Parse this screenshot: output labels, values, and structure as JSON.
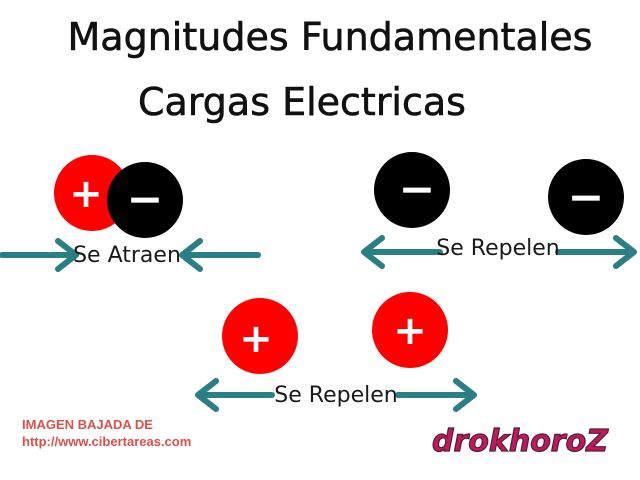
{
  "title": {
    "line1": "Magnitudes Fundamentales",
    "line2": "Cargas Electricas"
  },
  "attract_group": {
    "label": "Se Atraen",
    "positive_sign": "+",
    "negative_sign": "−"
  },
  "repel_negative_group": {
    "label": "Se Repelen",
    "left_sign": "−",
    "right_sign": "−"
  },
  "repel_positive_group": {
    "label": "Se Repelen",
    "left_sign": "+",
    "right_sign": "+"
  },
  "footer": {
    "line1": "IMAGEN BAJADA DE",
    "line2": "http://www.cibertareas.com"
  },
  "brand": {
    "text": "drokhoroZ"
  },
  "colors": {
    "positive": "#ff0000",
    "negative": "#000000",
    "arrow": "#2a7f86",
    "footer": "#e0504a",
    "brand": "#c2185b"
  }
}
